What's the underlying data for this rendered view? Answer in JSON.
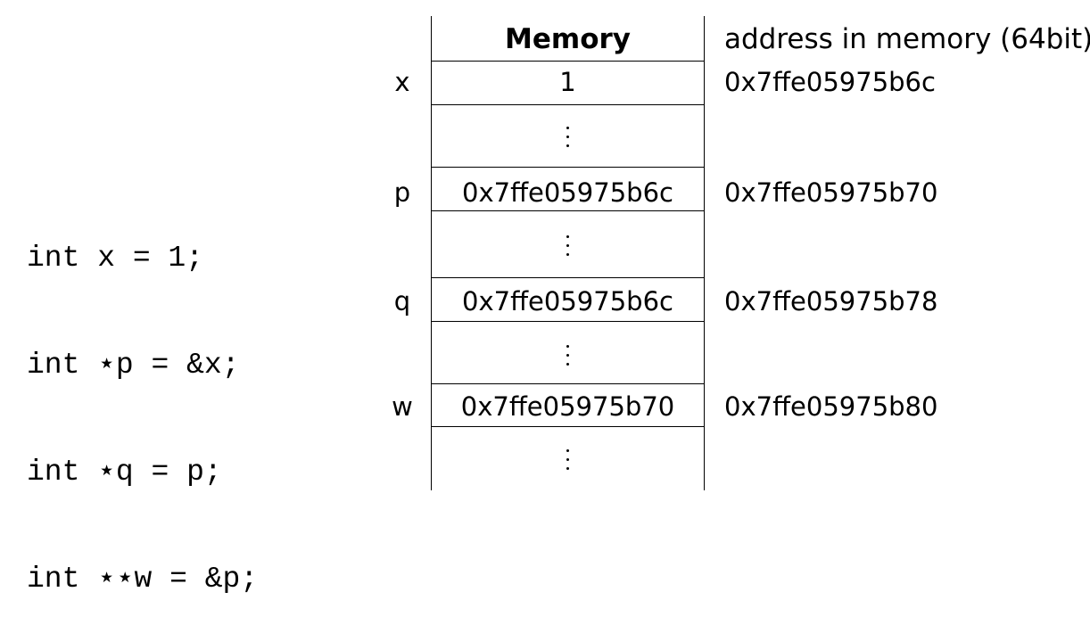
{
  "code": [
    "int x = 1;",
    "int ⋆p = &x;",
    "int ⋆q = p;",
    "int ⋆⋆w = &p;"
  ],
  "memory_header": "Memory",
  "address_header": "address in memory (64bit)",
  "rows": [
    {
      "var": "x",
      "value": "1",
      "address": "0x7ffe05975b6c"
    },
    {
      "var": "",
      "value": "⋮",
      "address": ""
    },
    {
      "var": "p",
      "value": "0x7ffe05975b6c",
      "address": "0x7ffe05975b70"
    },
    {
      "var": "",
      "value": "⋮",
      "address": ""
    },
    {
      "var": "q",
      "value": "0x7ffe05975b6c",
      "address": "0x7ffe05975b78"
    },
    {
      "var": "",
      "value": "⋮",
      "address": ""
    },
    {
      "var": "w",
      "value": "0x7ffe05975b70",
      "address": "0x7ffe05975b80"
    },
    {
      "var": "",
      "value": "⋮",
      "address": ""
    }
  ]
}
